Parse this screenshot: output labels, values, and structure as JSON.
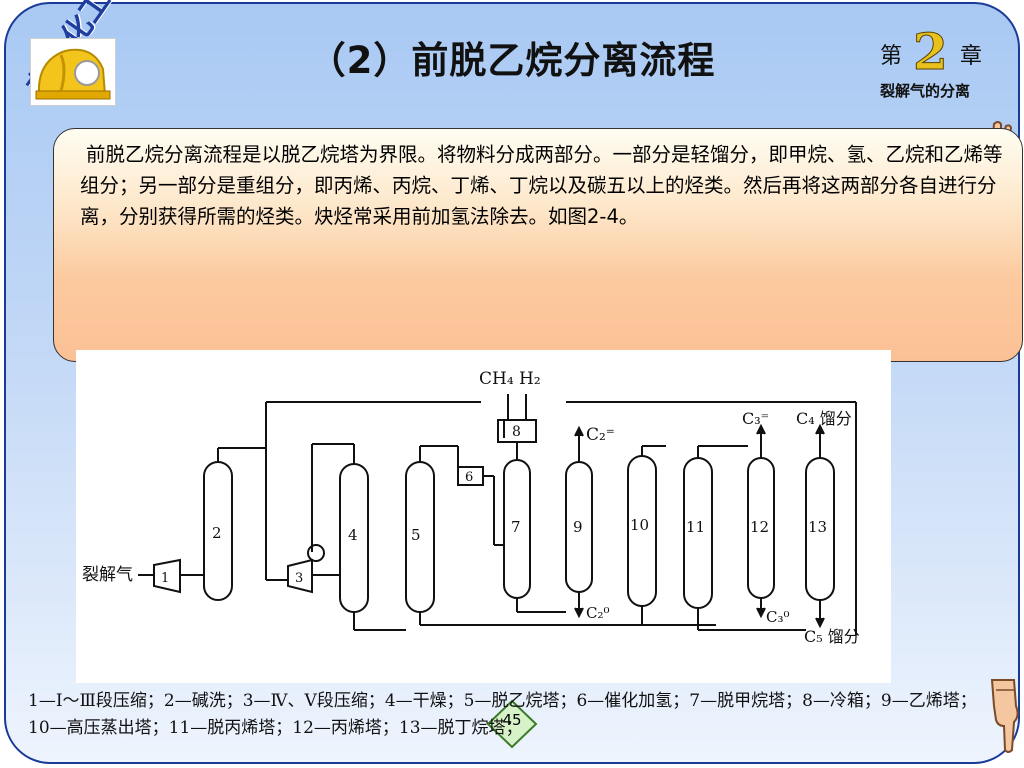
{
  "slide": {
    "title": "（2）前脱乙烷分离流程",
    "watermark": "有机化工工艺",
    "chapter": {
      "prefix": "第",
      "number": "2",
      "suffix": "章",
      "subtitle": "裂解气的分离"
    },
    "paragraph": "前脱乙烷分离流程是以脱乙烷塔为界限。将物料分成两部分。一部分是轻馏分，即甲烷、氢、乙烷和乙烯等组分；另一部分是重组分，即丙烯、丙烷、丁烯、丁烷以及碳五以上的烃类。然后再将这两部分各自进行分离，分别获得所需的烃类。炔烃常采用前加氢法除去。如图2-4。",
    "page_number": "45",
    "caption": "1—Ⅰ～Ⅲ段压缩；2—碱洗；3—Ⅳ、Ⅴ段压缩；4—干燥；5—脱乙烷塔；6—催化加氢；7—脱甲烷塔；8—冷箱；9—乙烯塔；10—高压蒸出塔；11—脱丙烯塔；12—丙烯塔；13—脱丁烷塔；"
  },
  "figure": {
    "feed_label": "裂解气",
    "top_products": "CH₄ H₂",
    "c2_label": "C₂⁼",
    "c3_label": "C₃⁼",
    "c4_label": "C₄ 馏分",
    "c2_bottom": "C₂⁰",
    "c3_bottom": "C₃⁰",
    "c5_label": "C₅ 馏分",
    "units": {
      "u1": "1",
      "u2": "2",
      "u3": "3",
      "u4": "4",
      "u5": "5",
      "u6": "6",
      "u7": "7",
      "u8": "8",
      "u9": "9",
      "u10": "10",
      "u11": "11",
      "u12": "12",
      "u13": "13"
    }
  },
  "colors": {
    "frame_border": "#1a3a9a",
    "box_top": "#fffdf2",
    "box_bottom": "#fbc196",
    "background_top": "#a9c9f3"
  }
}
